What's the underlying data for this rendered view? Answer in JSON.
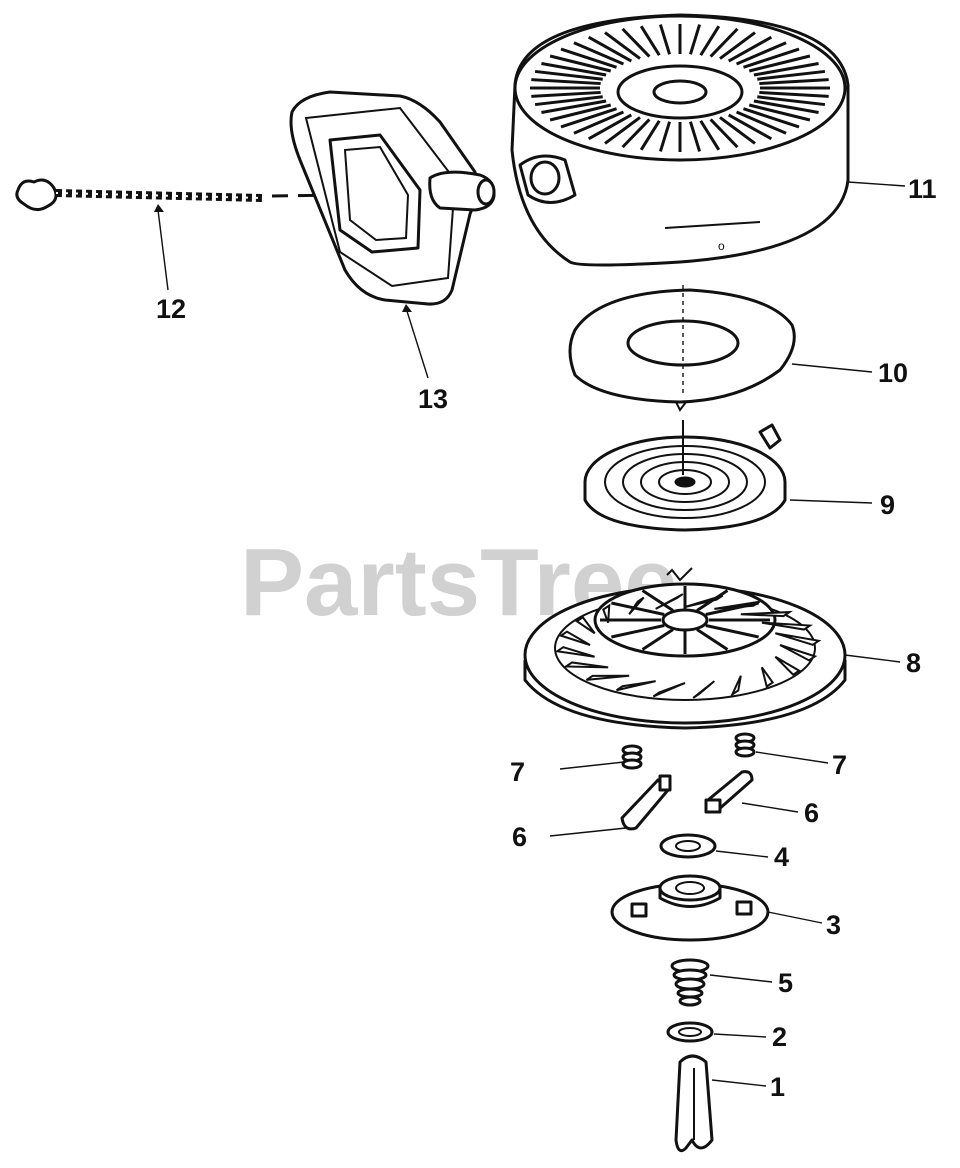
{
  "watermark": "PartsTree",
  "callouts": {
    "c1": "1",
    "c2": "2",
    "c3": "3",
    "c4": "4",
    "c5": "5",
    "c6a": "6",
    "c6b": "6",
    "c7a": "7",
    "c7b": "7",
    "c8": "8",
    "c9": "9",
    "c10": "10",
    "c11": "11",
    "c12": "12",
    "c13": "13"
  },
  "colors": {
    "ink": "#111111",
    "watermark": "#c9c9c9",
    "background": "#ffffff"
  }
}
